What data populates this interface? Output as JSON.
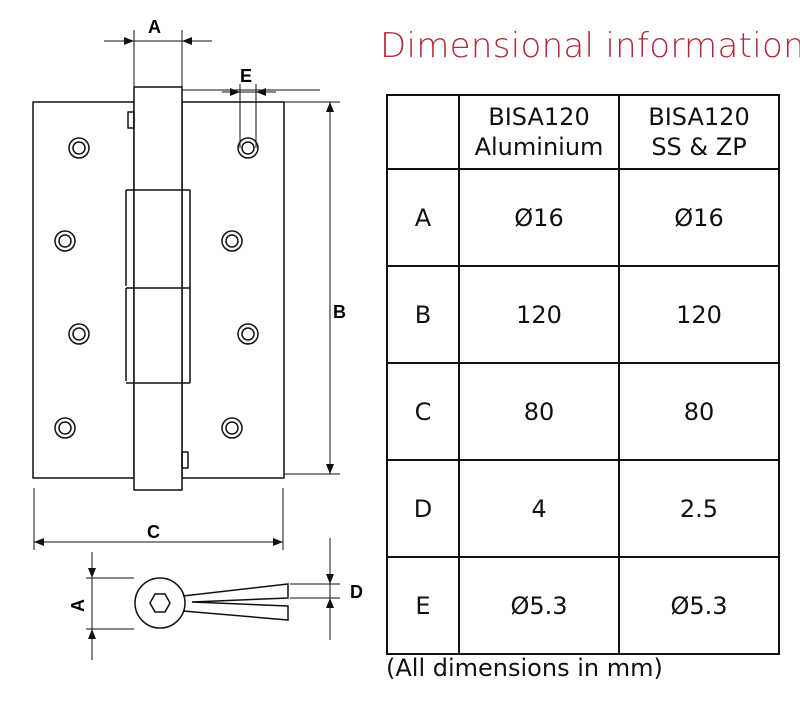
{
  "title": "Dimensional information:",
  "diagram_labels": {
    "A": "A",
    "B": "B",
    "C": "C",
    "D": "D",
    "E": "E",
    "A_side": "A"
  },
  "table": {
    "header": [
      "",
      "BISA120\nAluminium",
      "BISA120\nSS & ZP"
    ],
    "rows": [
      [
        "A",
        "Ø16",
        "Ø16"
      ],
      [
        "B",
        "120",
        "120"
      ],
      [
        "C",
        "80",
        "80"
      ],
      [
        "D",
        "4",
        "2.5"
      ],
      [
        "E",
        "Ø5.3",
        "Ø5.3"
      ]
    ]
  },
  "note": "(All dimensions in mm)",
  "colors": {
    "title": "#b02a37",
    "ink": "#111111"
  }
}
